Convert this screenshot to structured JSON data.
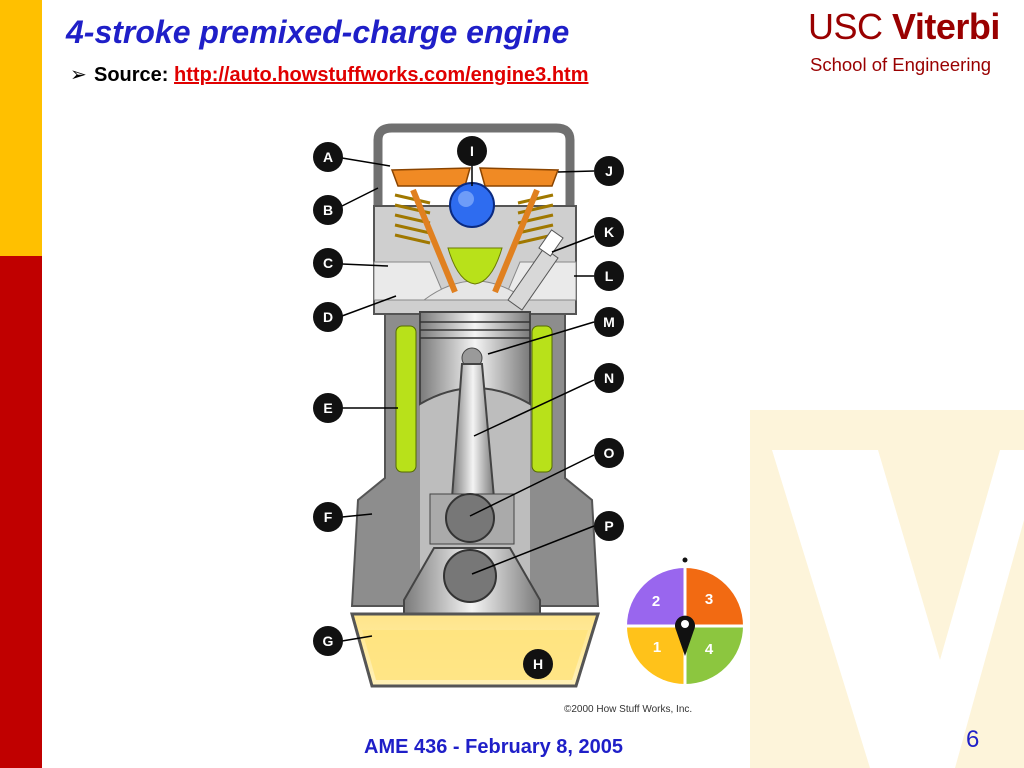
{
  "slide": {
    "title": "4-stroke premixed-charge engine",
    "source_label": "Source:",
    "source_url": "http://auto.howstuffworks.com/engine3.htm",
    "footer": "AME 436 - February 8, 2005",
    "page_number": "6"
  },
  "logo": {
    "usc": "USC",
    "viterbi": "Viterbi",
    "school": "School of Engineering"
  },
  "diagram": {
    "labels": [
      "A",
      "B",
      "C",
      "D",
      "E",
      "F",
      "G",
      "H",
      "I",
      "J",
      "K",
      "L",
      "M",
      "N",
      "O",
      "P"
    ],
    "stroke_wheel": [
      "1",
      "2",
      "3",
      "4"
    ],
    "copyright": "©2000 How Stuff Works, Inc."
  },
  "colors": {
    "title": "#1F1FC8",
    "link": "#E00000",
    "bar_top": "#FFC000",
    "bar_bottom": "#C00000",
    "logo": "#990000"
  }
}
